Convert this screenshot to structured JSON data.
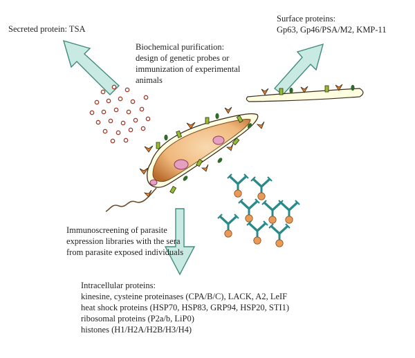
{
  "labels": {
    "secreted": "Secreted protein: TSA",
    "biochemical": [
      "Biochemical purification:",
      "design of genetic probes or",
      "immunization of experimental",
      "animals"
    ],
    "surface": [
      "Surface proteins:",
      "Gp63, Gp46/PSA/M2, KMP-11"
    ],
    "immunoscreening": [
      "Immunoscreening of parasite",
      "expression libraries with the sera",
      "from parasite exposed individuals"
    ],
    "intracellular": [
      "Intracellular proteins:",
      "kinesine, cysteine proteinases (CPA/B/C), LACK, A2, LeIF",
      "heat shock proteins (HSP70, HSP83, GRP94, HSP20, STI1)",
      "ribosomal proteins (P2a/b, LiP0)",
      "histones (H1/H2A/H2B/H3/H4)"
    ]
  },
  "colors": {
    "arrow_fill": "#c8eae2",
    "arrow_stroke": "#3f8b7d",
    "body_fill": "#f3c089",
    "body_stroke": "#3a2a1a",
    "membrane": "#fffde0",
    "dot_stroke": "#a23a2a",
    "orange_protein": "#ef7d22",
    "green_protein": "#8fbf2f",
    "dark_green_protein": "#2f6a2a",
    "organelle": "#e59fc0",
    "antibody": "#2a8a8a",
    "antigen": "#e89a58"
  }
}
